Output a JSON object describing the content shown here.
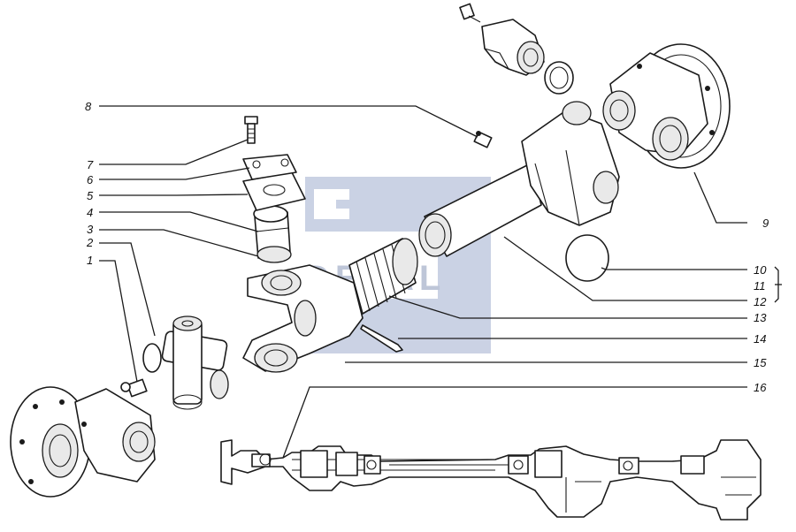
{
  "watermark": {
    "text": "DETAL",
    "color": "#b9c3db"
  },
  "callouts": [
    {
      "num": "1"
    },
    {
      "num": "2"
    },
    {
      "num": "3"
    },
    {
      "num": "4"
    },
    {
      "num": "5"
    },
    {
      "num": "6"
    },
    {
      "num": "7"
    },
    {
      "num": "8"
    },
    {
      "num": "9"
    },
    {
      "num": "10"
    },
    {
      "num": "11"
    },
    {
      "num": "12"
    },
    {
      "num": "13"
    },
    {
      "num": "14"
    },
    {
      "num": "15"
    },
    {
      "num": "16"
    }
  ]
}
